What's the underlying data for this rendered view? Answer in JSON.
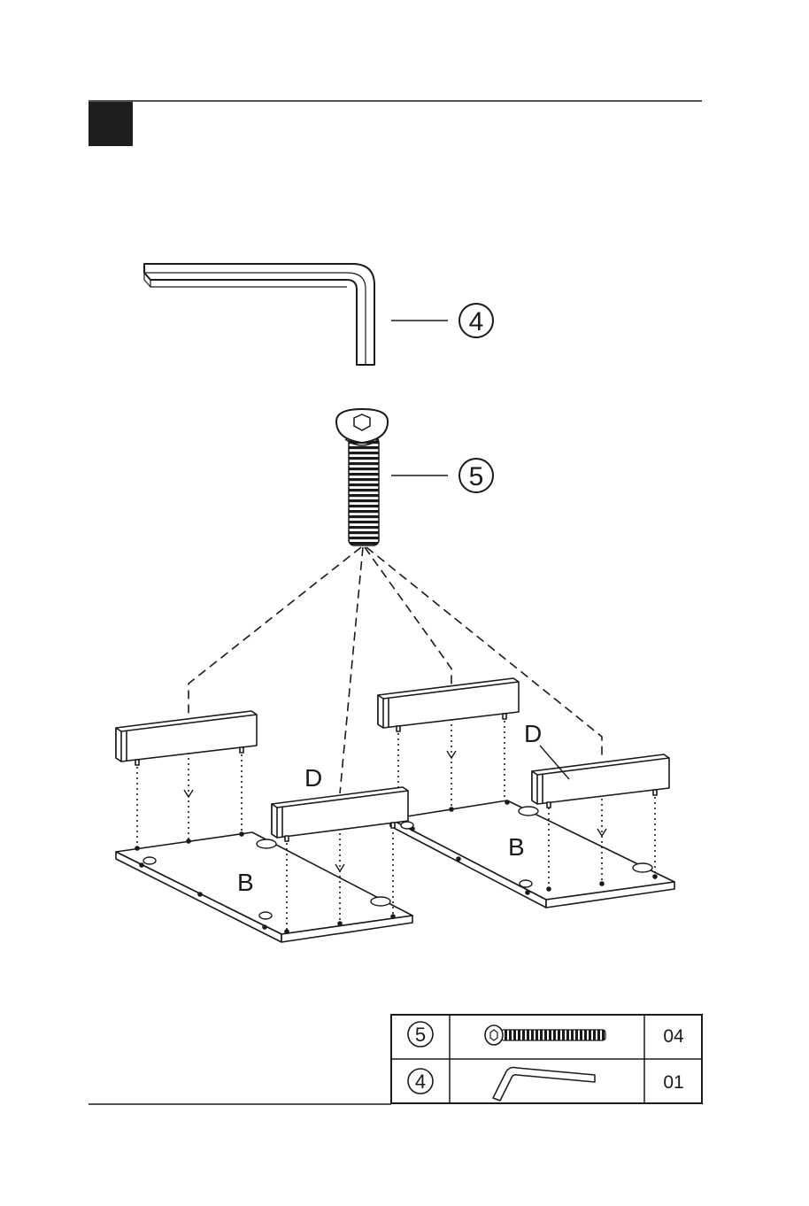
{
  "step": {
    "number": ""
  },
  "callouts": [
    {
      "id": "allen-key",
      "label": "4"
    },
    {
      "id": "bolt",
      "label": "5"
    }
  ],
  "part_labels": {
    "rail": "D",
    "panel": "B"
  },
  "parts_table": {
    "rows": [
      {
        "part": "5",
        "item": "bolt",
        "quantity": "04"
      },
      {
        "part": "4",
        "item": "allen-key",
        "quantity": "01"
      }
    ]
  },
  "colors": {
    "ink": "#1a1a1a",
    "paper": "#ffffff",
    "step_badge": "#1e1e1e"
  }
}
